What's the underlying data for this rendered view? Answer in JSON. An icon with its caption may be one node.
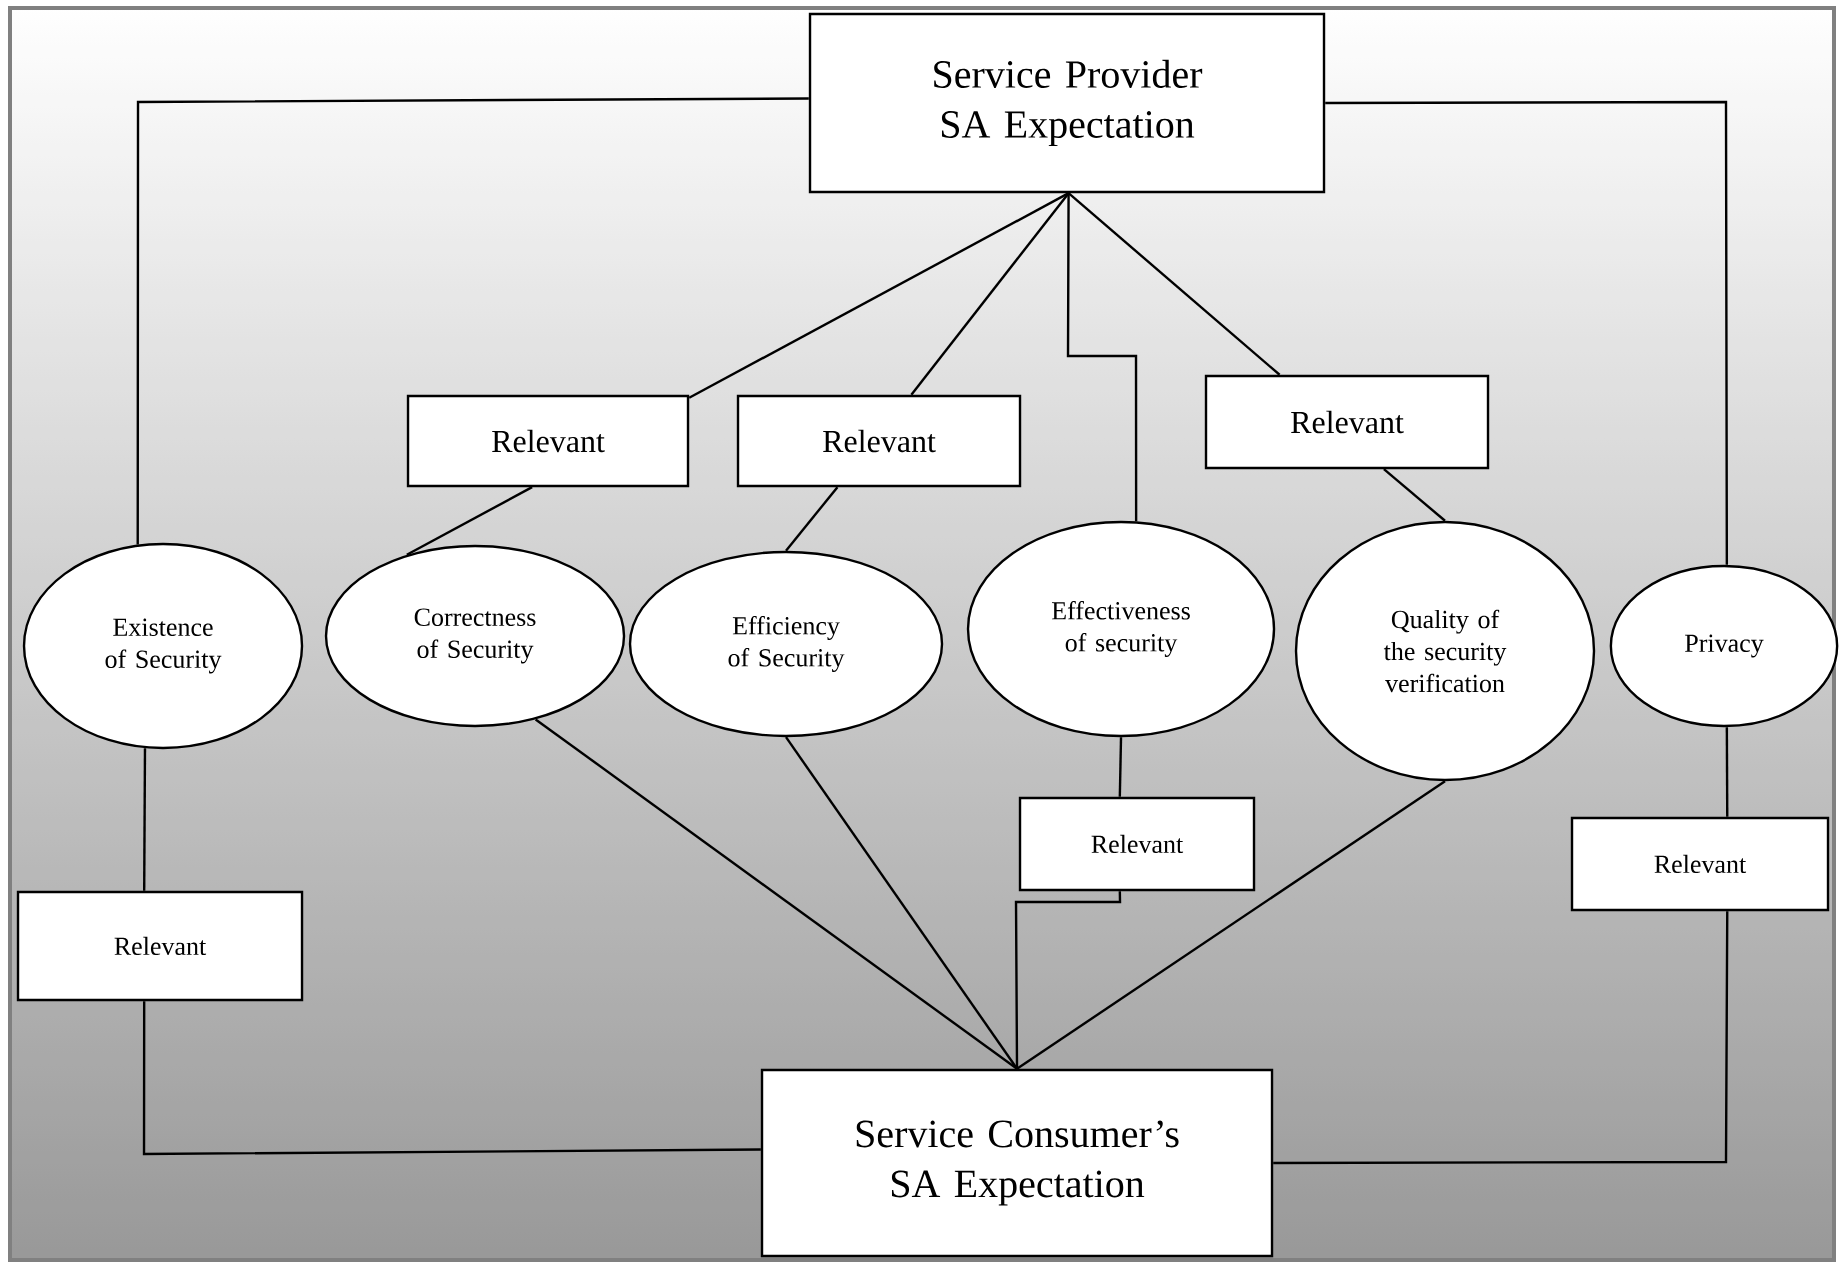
{
  "diagram": {
    "nodes": [
      {
        "text": [
          "Service Provider SA Expectation"
        ]
      },
      {
        "text": [
          "Relevant"
        ]
      },
      {
        "text": [
          "Relevant"
        ]
      },
      {
        "text": [
          "Relevant"
        ]
      },
      {
        "text": [
          "Existence of Security"
        ]
      },
      {
        "text": [
          "Correctness of Security"
        ]
      },
      {
        "text": [
          "Efficiency of Security"
        ]
      },
      {
        "text": [
          "Effectiveness of security"
        ]
      },
      {
        "text": [
          "Quality of the security verification"
        ]
      },
      {
        "text": [
          "Privacy"
        ]
      },
      {
        "text": [
          "Relevant"
        ]
      },
      {
        "text": [
          "Relevant"
        ]
      },
      {
        "text": [
          "Relevant"
        ]
      },
      {
        "text": [
          "Service Consumer’s SA Expectation"
        ]
      }
    ],
    "edges": [
      {
        "from": 0,
        "to": 4,
        "arrow": "none"
      },
      {
        "from": 0,
        "to": 1,
        "arrow": "none"
      },
      {
        "from": 1,
        "to": 5,
        "arrow": "none"
      },
      {
        "from": 0,
        "to": 2,
        "arrow": "none"
      },
      {
        "from": 2,
        "to": 6,
        "arrow": "none"
      },
      {
        "from": 0,
        "to": 7,
        "arrow": "none"
      },
      {
        "from": 0,
        "to": 3,
        "arrow": "none"
      },
      {
        "from": 3,
        "to": 8,
        "arrow": "none"
      },
      {
        "from": 0,
        "to": 9,
        "arrow": "none"
      },
      {
        "from": 4,
        "to": 10,
        "arrow": "none"
      },
      {
        "from": 10,
        "to": 13,
        "arrow": "none"
      },
      {
        "from": 5,
        "to": 13,
        "arrow": "none"
      },
      {
        "from": 6,
        "to": 13,
        "arrow": "none"
      },
      {
        "from": 7,
        "to": 11,
        "arrow": "none"
      },
      {
        "from": 11,
        "to": 13,
        "arrow": "none"
      },
      {
        "from": 8,
        "to": 13,
        "arrow": "none"
      },
      {
        "from": 9,
        "to": 12,
        "arrow": "none"
      },
      {
        "from": 12,
        "to": 13,
        "arrow": "none"
      }
    ]
  }
}
